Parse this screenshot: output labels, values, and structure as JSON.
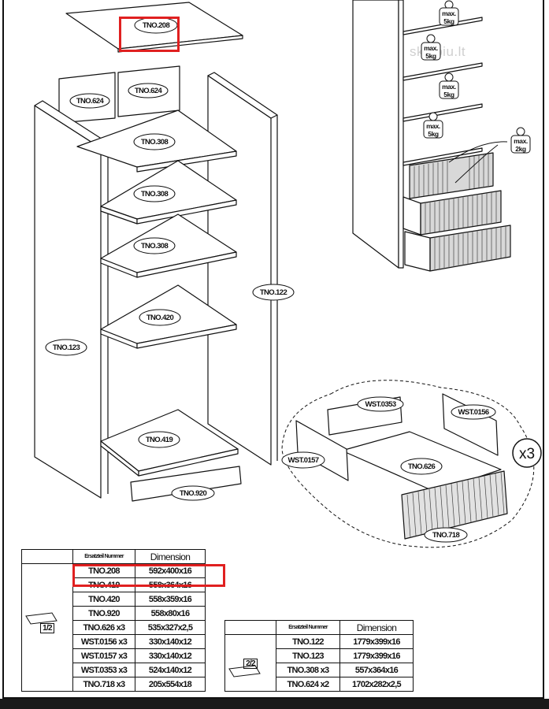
{
  "labels": {
    "top_panel": "TNO.208",
    "back_left": "TNO.624",
    "back_right": "TNO.624",
    "shelf_1": "TNO.308",
    "shelf_2": "TNO.308",
    "shelf_3": "TNO.308",
    "shelf_4": "TNO.420",
    "side_left": "TNO.123",
    "side_right": "TNO.122",
    "bottom": "TNO.419",
    "plinth": "TNO.920",
    "drawer_back": "WST.0353",
    "drawer_side_right": "WST.0156",
    "drawer_side_left": "WST.0157",
    "drawer_bottom": "TNO.626",
    "drawer_front": "TNO.718"
  },
  "weights": [
    "max.\n5kg",
    "max.\n5kg",
    "max.\n5kg",
    "max.\n5kg",
    "max.\n2kg"
  ],
  "multiplier": "x3",
  "watermark": "skelbiu.lt",
  "table1": {
    "header_part": "Ersatzteil Nummer",
    "header_dim": "Dimension",
    "page": "1/2",
    "rows": [
      {
        "part": "TNO.208",
        "dim": "592x400x16"
      },
      {
        "part": "TNO.419",
        "dim": "558x364x16"
      },
      {
        "part": "TNO.420",
        "dim": "558x359x16"
      },
      {
        "part": "TNO.920",
        "dim": "558x80x16"
      },
      {
        "part": "TNO.626 x3",
        "dim": "535x327x2,5"
      },
      {
        "part": "WST.0156 x3",
        "dim": "330x140x12"
      },
      {
        "part": "WST.0157 x3",
        "dim": "330x140x12"
      },
      {
        "part": "WST.0353 x3",
        "dim": "524x140x12"
      },
      {
        "part": "TNO.718 x3",
        "dim": "205x554x18"
      }
    ]
  },
  "table2": {
    "header_part": "Ersatzteil Nummer",
    "header_dim": "Dimension",
    "page": "2/2",
    "rows": [
      {
        "part": "TNO.122",
        "dim": "1779x399x16"
      },
      {
        "part": "TNO.123",
        "dim": "1779x399x16"
      },
      {
        "part": "TNO.308 x3",
        "dim": "557x364x16"
      },
      {
        "part": "TNO.624 x2",
        "dim": "1702x282x2,5"
      }
    ]
  },
  "highlight_color": "#e02020"
}
